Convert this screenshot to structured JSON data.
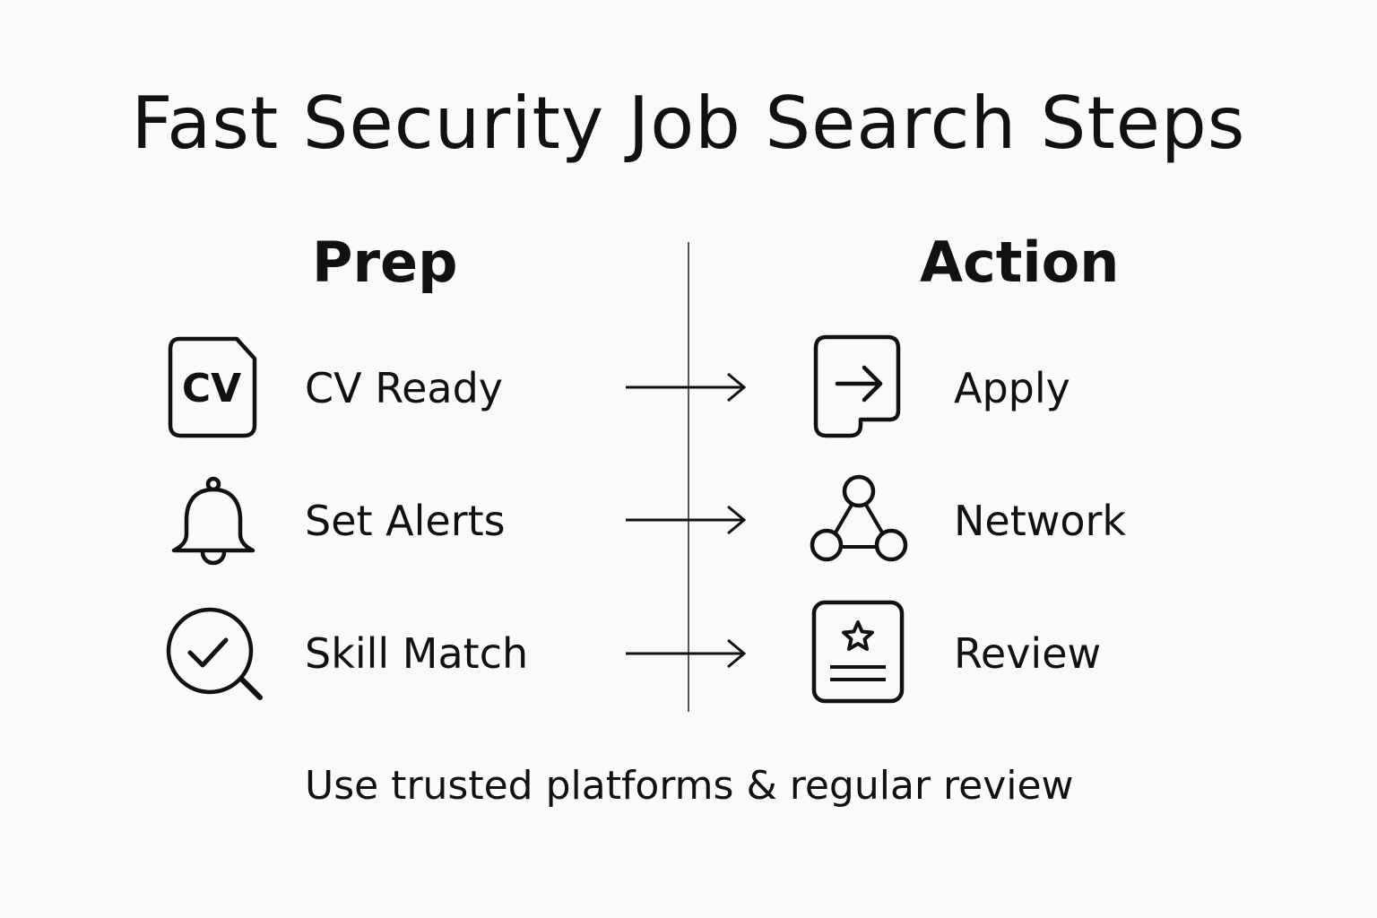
{
  "title": "Fast Security Job Search Steps",
  "columns": {
    "prep": {
      "heading": "Prep",
      "items": [
        {
          "label": "CV Ready",
          "icon": "cv-document-icon",
          "icon_text": "CV"
        },
        {
          "label": "Set Alerts",
          "icon": "bell-icon"
        },
        {
          "label": "Skill Match",
          "icon": "magnifier-check-icon"
        }
      ]
    },
    "action": {
      "heading": "Action",
      "items": [
        {
          "label": "Apply",
          "icon": "apply-arrow-icon"
        },
        {
          "label": "Network",
          "icon": "network-nodes-icon"
        },
        {
          "label": "Review",
          "icon": "review-star-document-icon"
        }
      ]
    }
  },
  "footer": "Use trusted platforms & regular review",
  "colors": {
    "background": "#fbfaf8",
    "ink": "#111111",
    "divider": "#555555"
  }
}
